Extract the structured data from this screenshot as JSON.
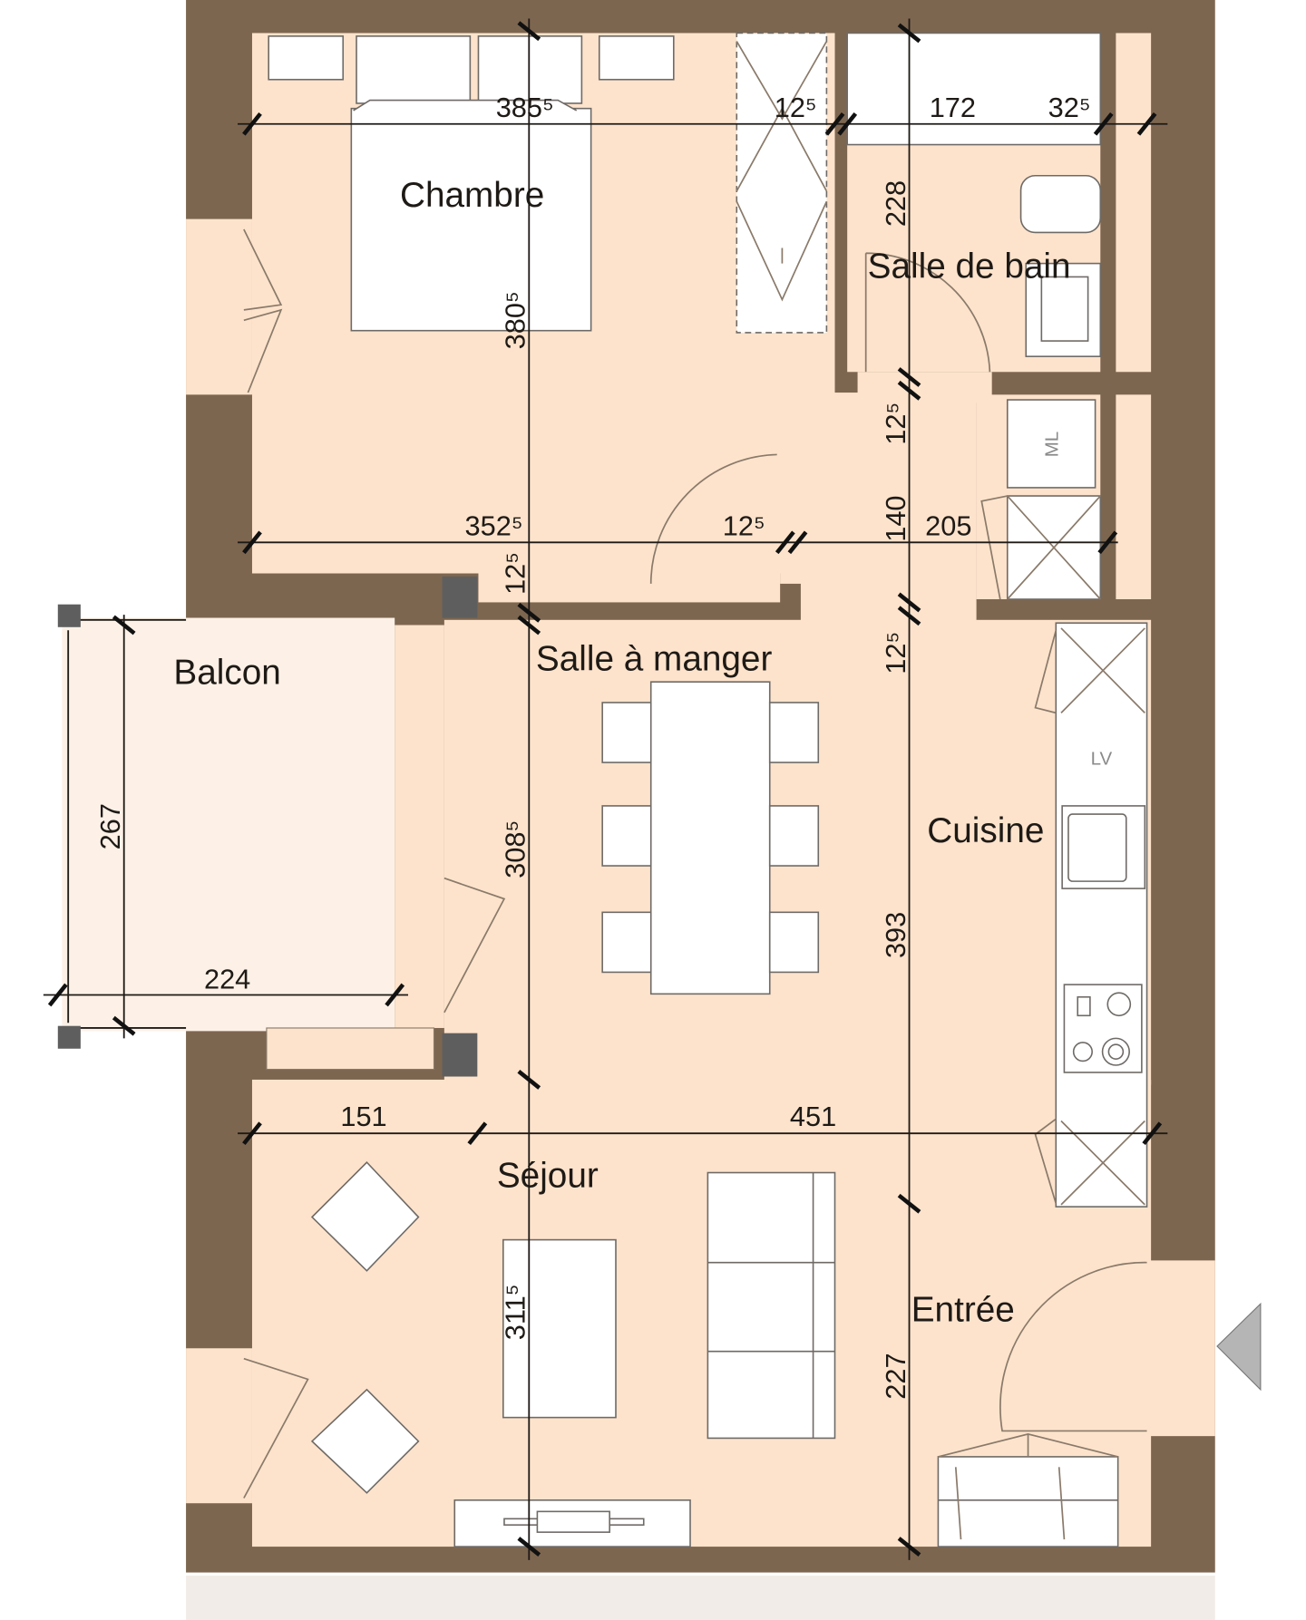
{
  "colors": {
    "wall": "#7d6650",
    "floor": "#fde3cc",
    "balcony": "#fdf1e7",
    "fixture": "#ffffff",
    "entry_arrow": "#b5b5b5",
    "post": "#5e5e5e"
  },
  "rooms": {
    "chambre": "Chambre",
    "salle_de_bain": "Salle de bain",
    "salle_a_manger": "Salle à manger",
    "balcon": "Balcon",
    "cuisine": "Cuisine",
    "sejour": "Séjour",
    "entree": "Entrée"
  },
  "fixture_labels": {
    "washing_machine": "ML",
    "dishwasher": "LV"
  },
  "dimensions": {
    "top_row": [
      "385⁵",
      "12⁵",
      "172",
      "32⁵"
    ],
    "middle_row": [
      "352⁵",
      "12⁵",
      "205"
    ],
    "left_column": [
      "380⁵",
      "12⁵",
      "308⁵",
      "311⁵"
    ],
    "right_column": [
      "228",
      "12⁵",
      "140",
      "12⁵",
      "393",
      "227"
    ],
    "balcony_height": "267",
    "balcony_width": "224",
    "lower_row": [
      "151",
      "451"
    ]
  }
}
